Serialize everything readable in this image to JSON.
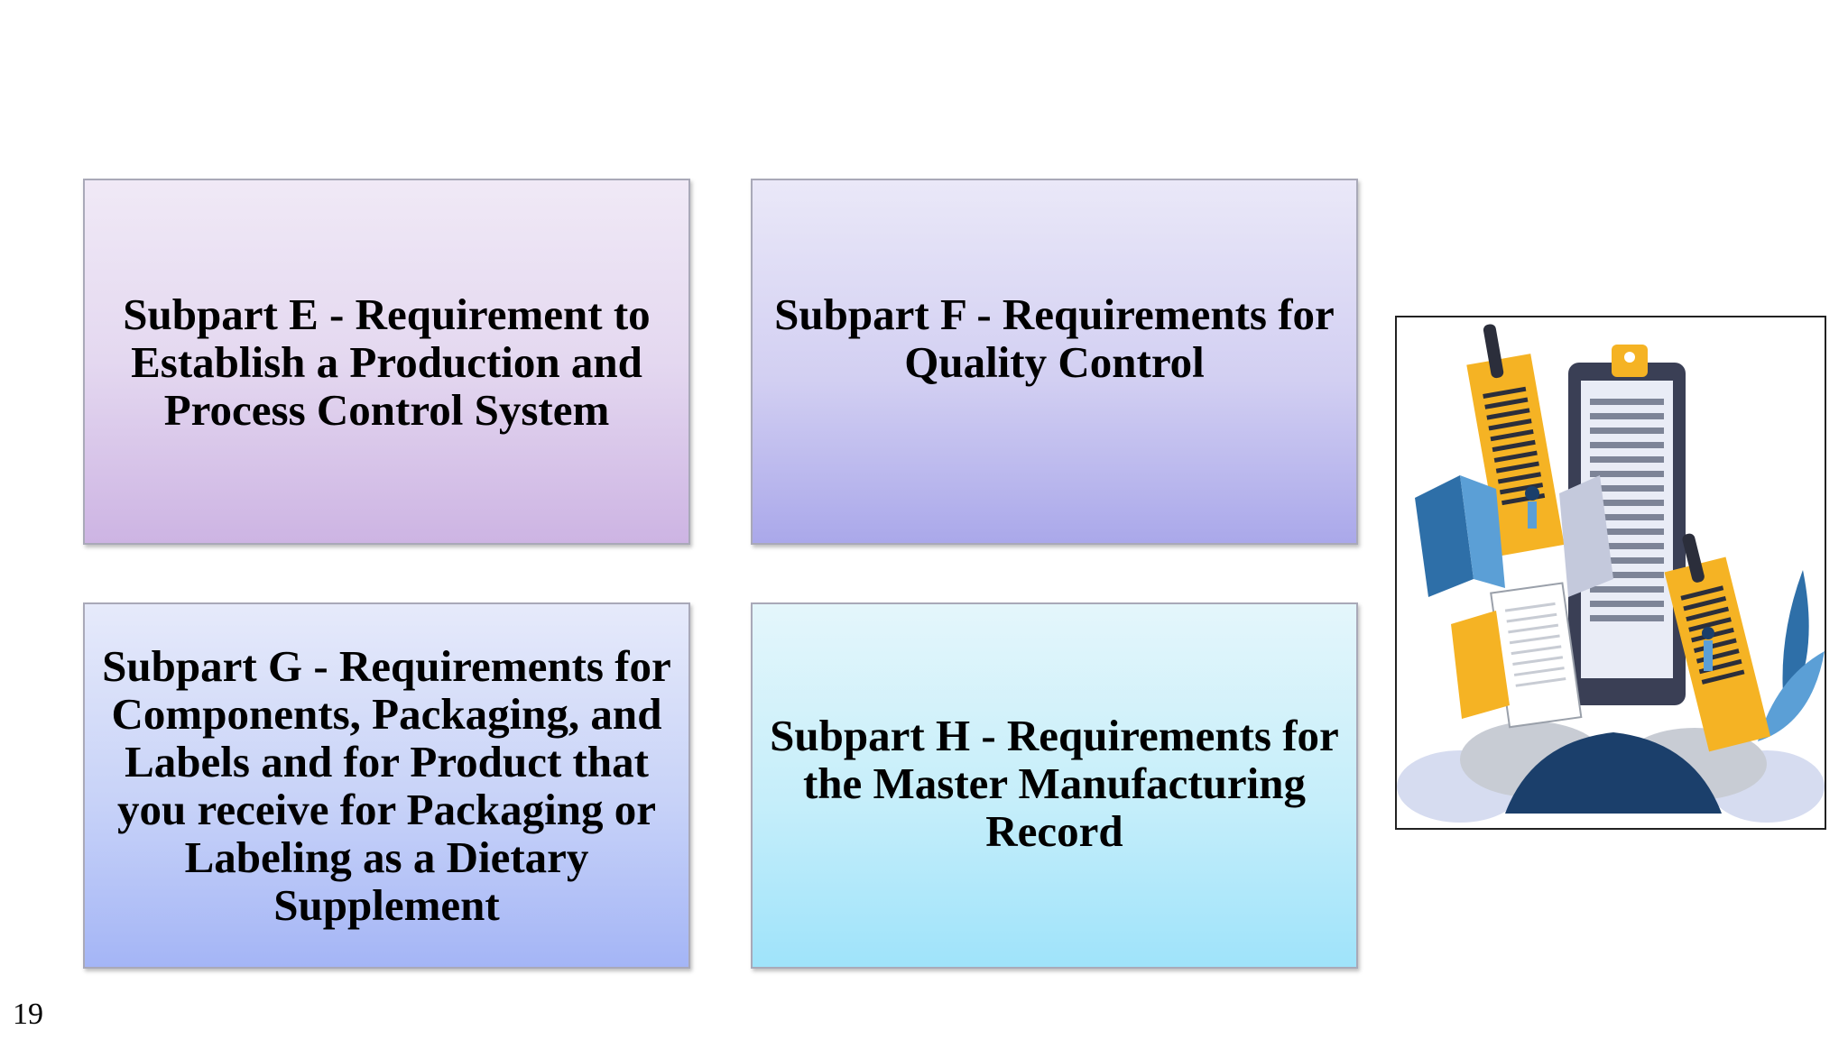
{
  "slide": {
    "boxes": [
      {
        "id": "E",
        "text": "Subpart E - Requirement to Establish a Production and Process Control System"
      },
      {
        "id": "F",
        "text": "Subpart F - Requirements for Quality Control"
      },
      {
        "id": "G",
        "text": "Subpart G - Requirements for Components, Packaging, and Labels and for Product that you receive for Packaging or Labeling as a Dietary Supplement"
      },
      {
        "id": "H",
        "text": "Subpart H - Requirements for the Master Manufacturing Record"
      }
    ],
    "illustration": {
      "icon": "documents-clipboard-illustration",
      "colors": {
        "navy": "#1b3f6b",
        "yellow": "#f5b324",
        "light_blue": "#5b9fd6",
        "pale_blue": "#c9d4ec",
        "grey": "#9aa0aa"
      }
    },
    "page_number": "19"
  }
}
